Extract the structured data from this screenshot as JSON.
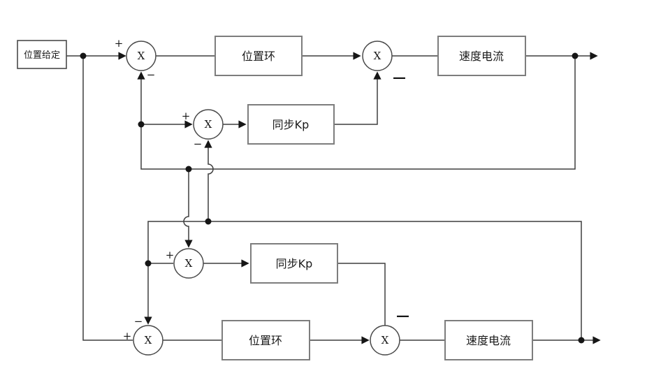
{
  "diagram": {
    "description": "Dual-axis synchronized position/speed control block diagram",
    "sum_symbol": "X",
    "signs": {
      "plus": "+",
      "minus": "−",
      "minus_wide": "—"
    },
    "blocks": {
      "position_ref": {
        "label": "位置给定"
      },
      "position_loop_top": {
        "label": "位置环"
      },
      "sync_kp_top": {
        "label": "同步Kp"
      },
      "speed_current_top": {
        "label": "速度电流"
      },
      "sync_kp_bottom": {
        "label": "同步Kp"
      },
      "position_loop_bottom": {
        "label": "位置环"
      },
      "speed_current_bottom": {
        "label": "速度电流"
      }
    },
    "colors": {
      "background": "#ffffff",
      "wire": "#3f3f3f",
      "box_border": "#7d7d7d",
      "text": "#1a1a1a",
      "junction_dot": "#161616"
    }
  }
}
